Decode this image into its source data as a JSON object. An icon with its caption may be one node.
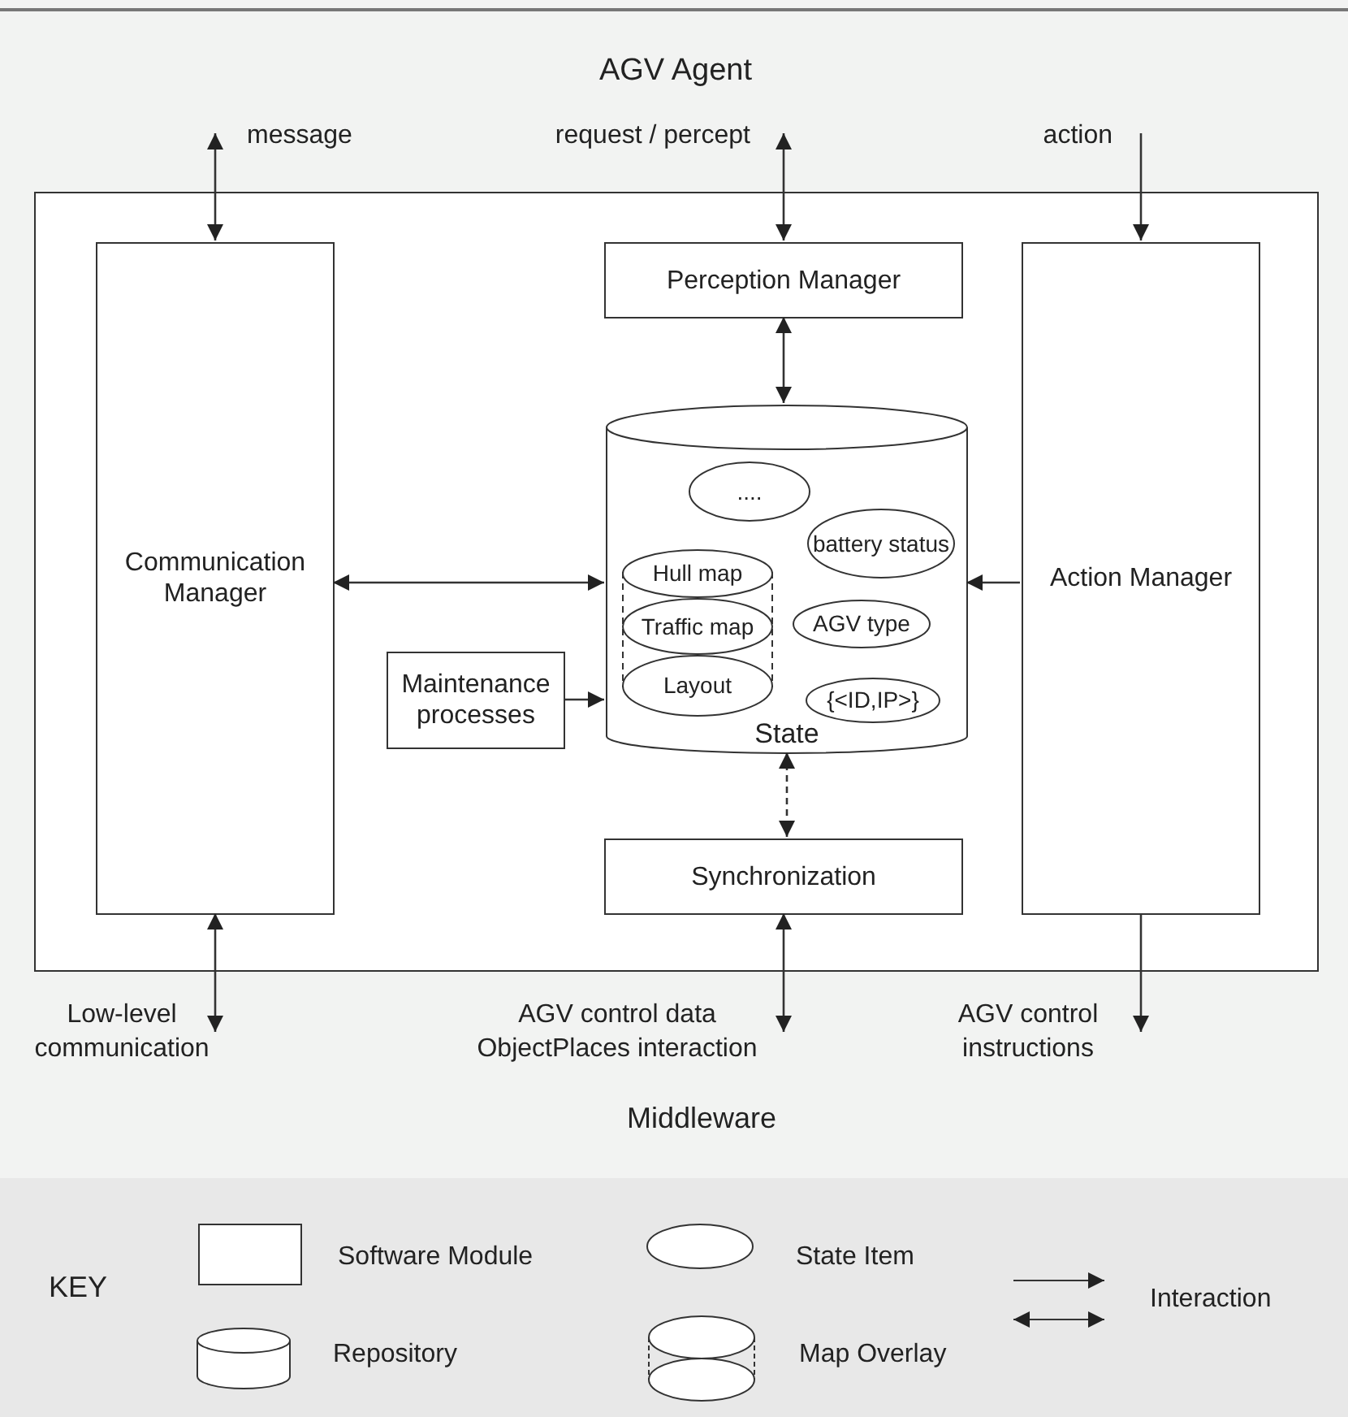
{
  "diagram": {
    "nodes": [
      {
        "text": [],
        "shape": "box"
      },
      {
        "text": [
          "Communication Manager"
        ],
        "in": 0
      },
      {
        "text": [
          "Perception Manager"
        ],
        "in": 0
      },
      {
        "text": [
          "State"
        ],
        "in": 0
      },
      {
        "text": [
          "...."
        ],
        "in": 3
      },
      {
        "text": [
          "battery status"
        ],
        "in": 3
      },
      {
        "text": [],
        "shape": "cylinder",
        "in": 3
      },
      {
        "text": [
          "Hull map"
        ],
        "in": 6
      },
      {
        "text": [
          "Traffic map"
        ],
        "in": 6
      },
      {
        "text": [
          "Layout"
        ],
        "in": 6
      },
      {
        "text": [
          "AGV type"
        ],
        "in": 3
      },
      {
        "text": [
          "{<ID,IP>}"
        ],
        "in": 3
      },
      {
        "text": [
          "Maintenance processes"
        ],
        "in": 0
      },
      {
        "text": [
          "Synchronization"
        ],
        "in": 0
      },
      {
        "text": [
          "Action Manager"
        ],
        "in": 0
      }
    ],
    "edges": [
      {
        "from": null,
        "to": 1,
        "arrow": "both",
        "label": "message"
      },
      {
        "from": null,
        "to": 2,
        "arrow": "both",
        "label": "request / percept"
      },
      {
        "from": null,
        "to": 14,
        "arrow": "to",
        "label": "action"
      },
      {
        "from": 2,
        "to": 3,
        "arrow": "both"
      },
      {
        "from": 1,
        "to": 3,
        "arrow": "both"
      },
      {
        "from": 14,
        "to": 3,
        "arrow": "to"
      },
      {
        "from": 12,
        "to": 3,
        "arrow": "to"
      },
      {
        "from": 3,
        "to": 13,
        "arrow": "both",
        "style": "dashed"
      },
      {
        "from": 1,
        "to": null,
        "arrow": "both",
        "label": "Low-level communication"
      },
      {
        "from": 13,
        "to": null,
        "arrow": "both",
        "label": "AGV control data ObjectPlaces interaction"
      },
      {
        "from": 14,
        "to": null,
        "arrow": "to",
        "label": "AGV control instructions"
      }
    ],
    "labels": [
      "AGV Agent",
      "Middleware",
      "KEY"
    ],
    "legend": [
      {
        "text": "Software Module"
      },
      {
        "text": "State Item"
      },
      {
        "text": "Interaction"
      },
      {
        "text": "Repository"
      },
      {
        "text": "Map Overlay"
      }
    ]
  }
}
